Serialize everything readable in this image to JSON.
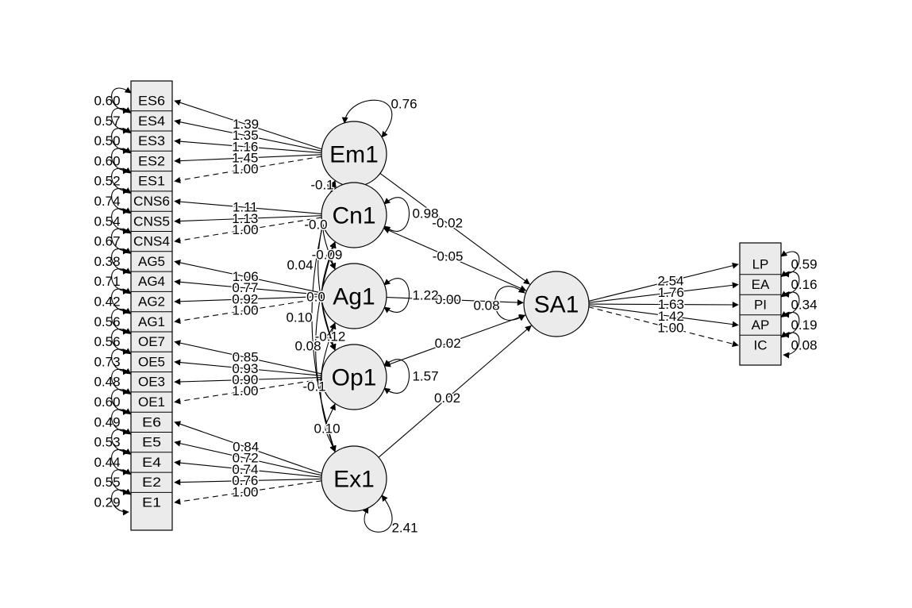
{
  "diagram": {
    "type": "SEM path diagram",
    "colors": {
      "node_fill": "#ebebeb",
      "stroke": "#000000",
      "background": "#ffffff"
    },
    "indicator_blocks": [
      {
        "id": "left",
        "items": [
          {
            "name": "ES6",
            "residual": "0.60"
          },
          {
            "name": "ES4",
            "residual": "0.57"
          },
          {
            "name": "ES3",
            "residual": "0.50"
          },
          {
            "name": "ES2",
            "residual": "0.60"
          },
          {
            "name": "ES1",
            "residual": "0.52"
          },
          {
            "name": "CNS6",
            "residual": "0.74"
          },
          {
            "name": "CNS5",
            "residual": "0.54"
          },
          {
            "name": "CNS4",
            "residual": "0.67"
          },
          {
            "name": "AG5",
            "residual": "0.38"
          },
          {
            "name": "AG4",
            "residual": "0.71"
          },
          {
            "name": "AG2",
            "residual": "0.42"
          },
          {
            "name": "AG1",
            "residual": "0.56"
          },
          {
            "name": "OE7",
            "residual": "0.56"
          },
          {
            "name": "OE5",
            "residual": "0.73"
          },
          {
            "name": "OE3",
            "residual": "0.48"
          },
          {
            "name": "OE1",
            "residual": "0.60"
          },
          {
            "name": "E6",
            "residual": "0.49"
          },
          {
            "name": "E5",
            "residual": "0.53"
          },
          {
            "name": "E4",
            "residual": "0.44"
          },
          {
            "name": "E2",
            "residual": "0.55"
          },
          {
            "name": "E1",
            "residual": "0.29"
          }
        ]
      },
      {
        "id": "right",
        "items": [
          {
            "name": "LP",
            "residual": "0.59"
          },
          {
            "name": "EA",
            "residual": "0.16"
          },
          {
            "name": "PI",
            "residual": "0.34"
          },
          {
            "name": "AP",
            "residual": "0.19"
          },
          {
            "name": "IC",
            "residual": "0.08"
          }
        ]
      }
    ],
    "latents": [
      {
        "name": "Em1",
        "variance": "0.76",
        "loadings": [
          {
            "item": "ES6",
            "value": "1.39",
            "fixed": false
          },
          {
            "item": "ES4",
            "value": "1.35",
            "fixed": false
          },
          {
            "item": "ES3",
            "value": "1.16",
            "fixed": false
          },
          {
            "item": "ES2",
            "value": "1.45",
            "fixed": false
          },
          {
            "item": "ES1",
            "value": "1.00",
            "fixed": true
          }
        ]
      },
      {
        "name": "Cn1",
        "variance": "0.98",
        "loadings": [
          {
            "item": "CNS6",
            "value": "1.11",
            "fixed": false
          },
          {
            "item": "CNS5",
            "value": "1.13",
            "fixed": false
          },
          {
            "item": "CNS4",
            "value": "1.00",
            "fixed": true
          }
        ]
      },
      {
        "name": "Ag1",
        "variance": "1.22",
        "loadings": [
          {
            "item": "AG5",
            "value": "1.06",
            "fixed": false
          },
          {
            "item": "AG4",
            "value": "0.77",
            "fixed": false
          },
          {
            "item": "AG2",
            "value": "0.92",
            "fixed": false
          },
          {
            "item": "AG1",
            "value": "1.00",
            "fixed": true
          }
        ]
      },
      {
        "name": "Op1",
        "variance": "1.57",
        "loadings": [
          {
            "item": "OE7",
            "value": "0.85",
            "fixed": false
          },
          {
            "item": "OE5",
            "value": "0.93",
            "fixed": false
          },
          {
            "item": "OE3",
            "value": "0.90",
            "fixed": false
          },
          {
            "item": "OE1",
            "value": "1.00",
            "fixed": true
          }
        ]
      },
      {
        "name": "Ex1",
        "variance": "2.41",
        "loadings": [
          {
            "item": "E6",
            "value": "0.84",
            "fixed": false
          },
          {
            "item": "E5",
            "value": "0.72",
            "fixed": false
          },
          {
            "item": "E4",
            "value": "0.74",
            "fixed": false
          },
          {
            "item": "E2",
            "value": "0.76",
            "fixed": false
          },
          {
            "item": "E1",
            "value": "1.00",
            "fixed": true
          }
        ]
      },
      {
        "name": "SA1",
        "variance": "0.08",
        "loadings": [
          {
            "item": "LP",
            "value": "2.54",
            "fixed": false
          },
          {
            "item": "EA",
            "value": "1.76",
            "fixed": false
          },
          {
            "item": "PI",
            "value": "1.63",
            "fixed": false
          },
          {
            "item": "AP",
            "value": "1.42",
            "fixed": false
          },
          {
            "item": "IC",
            "value": "1.00",
            "fixed": true
          }
        ]
      }
    ],
    "regressions": [
      {
        "from": "Em1",
        "to": "SA1",
        "value": "-0.02"
      },
      {
        "from": "Cn1",
        "to": "SA1",
        "value": "-0.05"
      },
      {
        "from": "Ag1",
        "to": "SA1",
        "value": "0.00"
      },
      {
        "from": "Op1",
        "to": "SA1",
        "value": "0.02"
      },
      {
        "from": "Ex1",
        "to": "SA1",
        "value": "0.02"
      }
    ],
    "covariances": [
      {
        "a": "Em1",
        "b": "Cn1",
        "value": "-0.1"
      },
      {
        "a": "Em1",
        "b": "Ag1",
        "value": "-0.0"
      },
      {
        "a": "Cn1",
        "b": "Ag1",
        "value": "-0.09"
      },
      {
        "a": "Em1",
        "b": "Op1",
        "value": "0.04"
      },
      {
        "a": "Cn1",
        "b": "Op1",
        "value": "0.0"
      },
      {
        "a": "Em1",
        "b": "Ex1",
        "value": "0.10"
      },
      {
        "a": "Ag1",
        "b": "Op1",
        "value": "-0.12"
      },
      {
        "a": "Cn1",
        "b": "Ex1",
        "value": "0.08"
      },
      {
        "a": "Ag1",
        "b": "Ex1",
        "value": "-0.1"
      },
      {
        "a": "Op1",
        "b": "Ex1",
        "value": "0.10"
      }
    ]
  }
}
